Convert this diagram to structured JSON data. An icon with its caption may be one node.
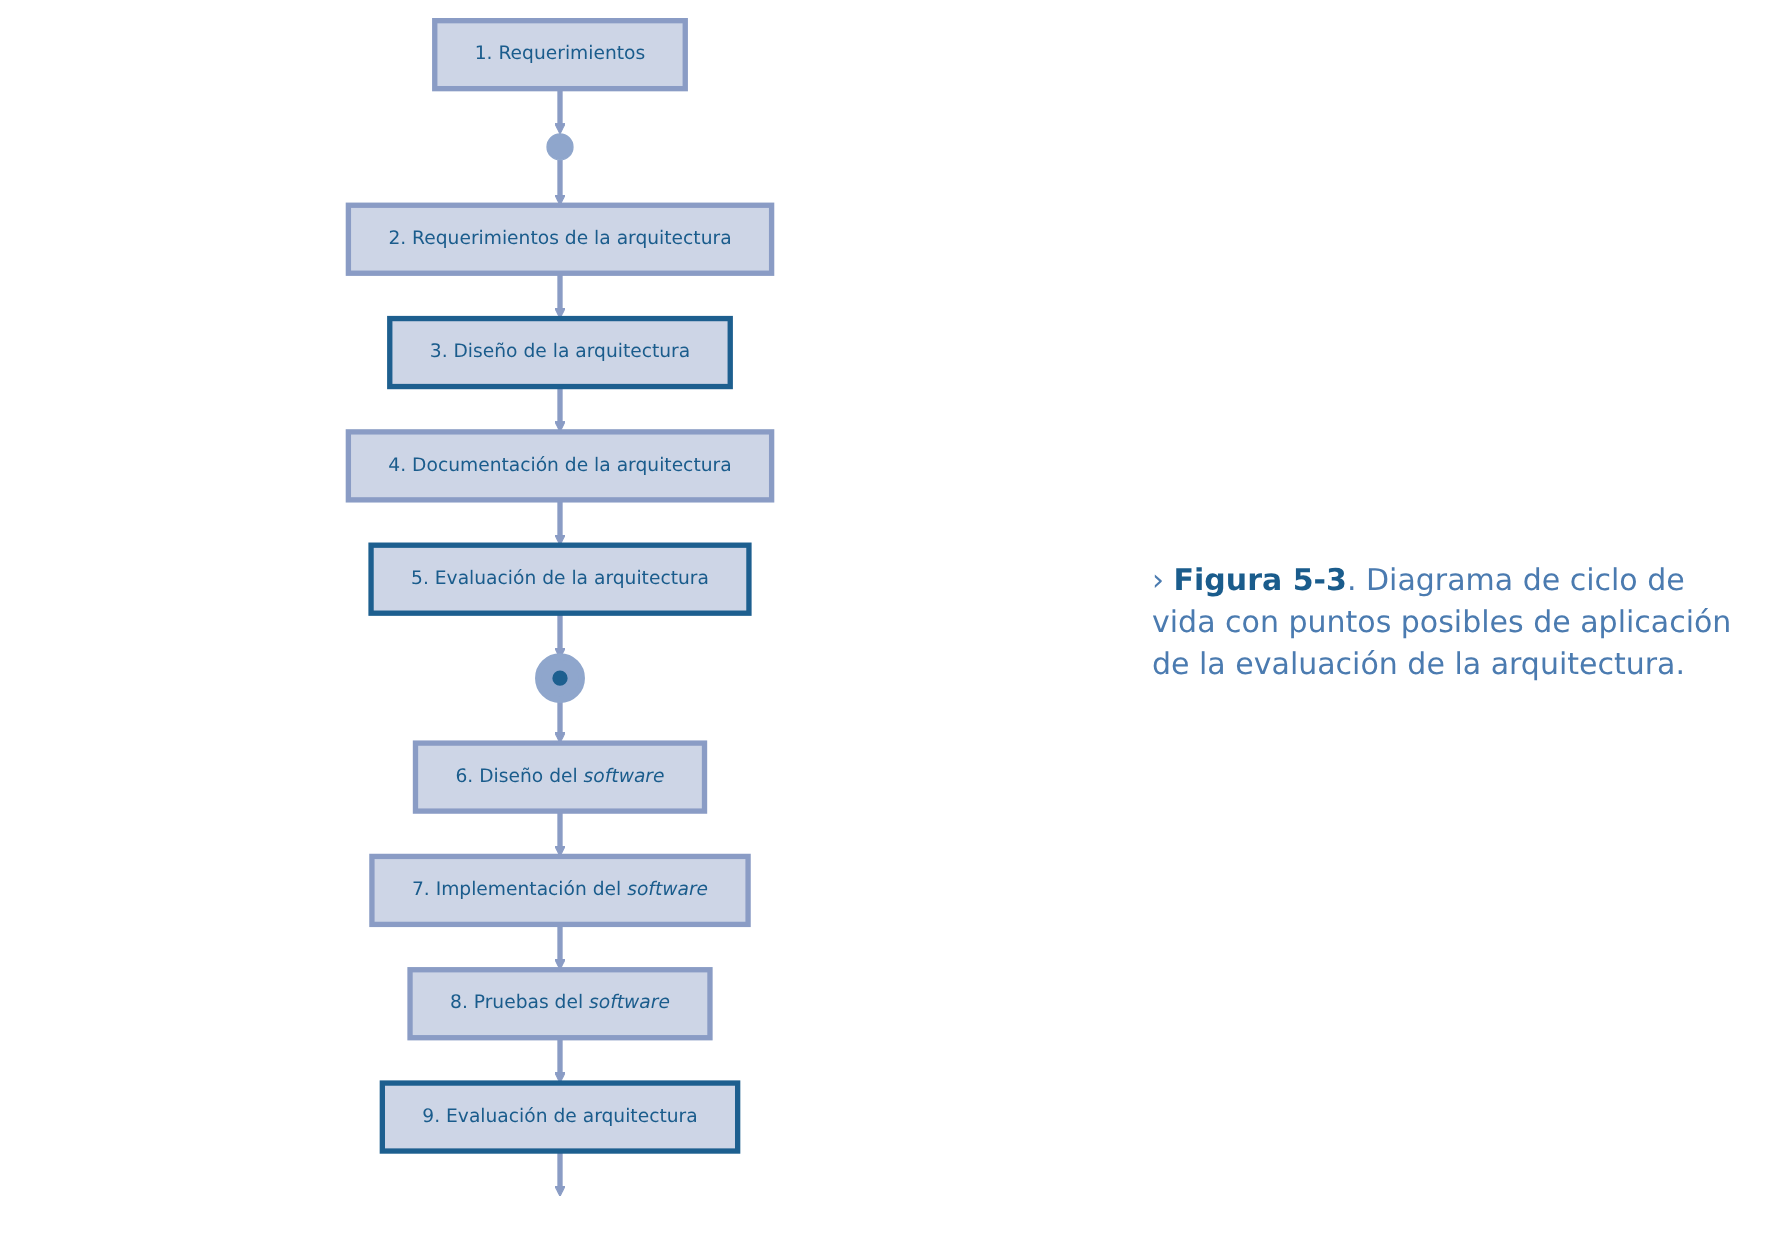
{
  "diagram": {
    "caption": "› **Figura 5-3**. Diagrama de ciclo de vida con puntos posibles de aplicación de la evaluación de la arquitectura.",
    "nodes": [
      {
        "text": [
          "1. Requerimientos"
        ]
      },
      {
        "text": [],
        "shape": "circle"
      },
      {
        "text": [
          "2. Requerimientos de la arquitectura"
        ]
      },
      {
        "text": [
          "3. Diseño de la arquitectura"
        ]
      },
      {
        "text": [
          "4. Documentación de la arquitectura"
        ]
      },
      {
        "text": [
          "5. Evaluación de la arquitectura"
        ]
      },
      {
        "text": [],
        "shape": "circle"
      },
      {
        "text": [
          "6. Diseño del *software*"
        ]
      },
      {
        "text": [
          "7. Implementación del *software*"
        ]
      },
      {
        "text": [
          "8. Pruebas del *software*"
        ]
      },
      {
        "text": [
          "9. Evaluación de arquitectura"
        ]
      }
    ],
    "edges": [
      {
        "from": 0,
        "to": 1,
        "arrow": "to"
      },
      {
        "from": 1,
        "to": 2,
        "arrow": "to"
      },
      {
        "from": 2,
        "to": 3,
        "arrow": "to"
      },
      {
        "from": 3,
        "to": 4,
        "arrow": "to"
      },
      {
        "from": 4,
        "to": 5,
        "arrow": "to"
      },
      {
        "from": 5,
        "to": 6,
        "arrow": "to"
      },
      {
        "from": 6,
        "to": 7,
        "arrow": "to"
      },
      {
        "from": 7,
        "to": 8,
        "arrow": "to"
      },
      {
        "from": 8,
        "to": 9,
        "arrow": "to"
      },
      {
        "from": 9,
        "to": 10,
        "arrow": "to"
      },
      {
        "from": 10,
        "to": null,
        "arrow": "to"
      }
    ]
  }
}
